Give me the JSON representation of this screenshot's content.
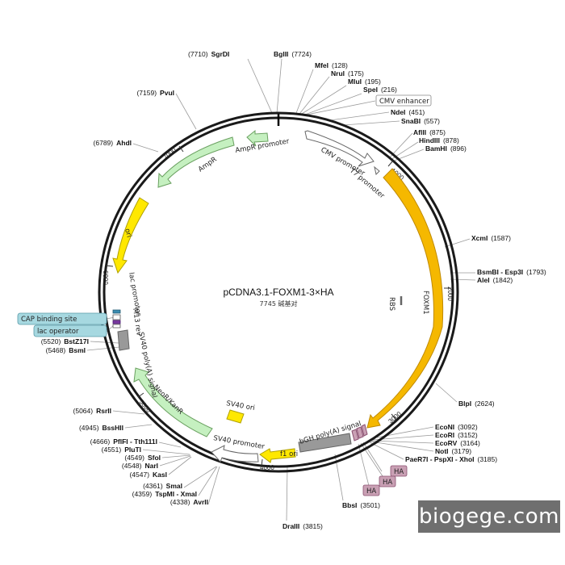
{
  "plasmid": {
    "name": "pCDNA3.1-FOXM1-3×HA",
    "size_text": "7745 碱基对",
    "total_bp": 7745
  },
  "ticks": [
    "1000",
    "2000",
    "3000",
    "4000",
    "5000",
    "6000",
    "7000"
  ],
  "sites": [
    {
      "name": "SgrDI",
      "num": "(7710)"
    },
    {
      "name": "BglII",
      "num": "(7724)"
    },
    {
      "name": "MfeI",
      "num": "(128)"
    },
    {
      "name": "NruI",
      "num": "(175)"
    },
    {
      "name": "MluI",
      "num": "(195)"
    },
    {
      "name": "SpeI",
      "num": "(216)"
    },
    {
      "name": "NdeI",
      "num": "(451)"
    },
    {
      "name": "SnaBI",
      "num": "(557)"
    },
    {
      "name": "AflII",
      "num": "(875)"
    },
    {
      "name": "HindIII",
      "num": "(878)"
    },
    {
      "name": "BamHI",
      "num": "(896)"
    },
    {
      "name": "XcmI",
      "num": "(1587)"
    },
    {
      "name": "BsmBI - Esp3I",
      "num": "(1793)"
    },
    {
      "name": "AleI",
      "num": "(1842)"
    },
    {
      "name": "BlpI",
      "num": "(2624)"
    },
    {
      "name": "EcoNI",
      "num": "(3092)"
    },
    {
      "name": "EcoRI",
      "num": "(3152)"
    },
    {
      "name": "EcoRV",
      "num": "(3164)"
    },
    {
      "name": "NotI",
      "num": "(3179)"
    },
    {
      "name": "PaeR7I - PspXI - XhoI",
      "num": "(3185)"
    },
    {
      "name": "BbsI",
      "num": "(3501)"
    },
    {
      "name": "DraIII",
      "num": "(3815)"
    },
    {
      "name": "AvrII",
      "num": "(4338)"
    },
    {
      "name": "TspMI - XmaI",
      "num": "(4359)"
    },
    {
      "name": "SmaI",
      "num": "(4361)"
    },
    {
      "name": "KasI",
      "num": "(4547)"
    },
    {
      "name": "NarI",
      "num": "(4548)"
    },
    {
      "name": "SfoI",
      "num": "(4549)"
    },
    {
      "name": "PluTI",
      "num": "(4551)"
    },
    {
      "name": "PflFI - Tth111I",
      "num": "(4666)"
    },
    {
      "name": "BssHII",
      "num": "(4945)"
    },
    {
      "name": "RsrII",
      "num": "(5064)"
    },
    {
      "name": "BsmI",
      "num": "(5468)"
    },
    {
      "name": "BstZ17I",
      "num": "(5520)"
    },
    {
      "name": "AhdI",
      "num": "(6789)"
    },
    {
      "name": "PvuI",
      "num": "(7159)"
    }
  ],
  "features": {
    "cmv_promoter": "CMV promoter",
    "t7_promoter": "T7 promoter",
    "foxm1": "FOXM1",
    "rbs": "RBS",
    "bgh": "bGH poly(A) signal",
    "f1_ori": "f1 ori",
    "sv40_promoter": "SV40 promoter",
    "sv40_ori": "SV40 ori",
    "neo": "NeoR/KanR",
    "sv40_polya": "SV40 poly(A) signal",
    "m13_rev": "M13 rev",
    "lac_promoter": "lac promoter",
    "ori": "ori",
    "ampr": "AmpR",
    "ampr_promoter": "AmpR promoter"
  },
  "boxed_labels": {
    "cmv_enhancer": "CMV enhancer",
    "cap_site": "CAP binding site",
    "lac_operator": "lac operator",
    "ha1": "HA",
    "ha2": "HA",
    "ha3": "HA"
  },
  "watermark": "biogege.com",
  "colors": {
    "promoter": "#ffffff",
    "foxm1": "#f5b800",
    "ha": "#c9a0b4",
    "ori": "#ffe800",
    "resistance": "#c5f0c0",
    "terminator": "#999999",
    "lac": "#3a8cb0",
    "box_cyan": "#a6d8e0"
  }
}
